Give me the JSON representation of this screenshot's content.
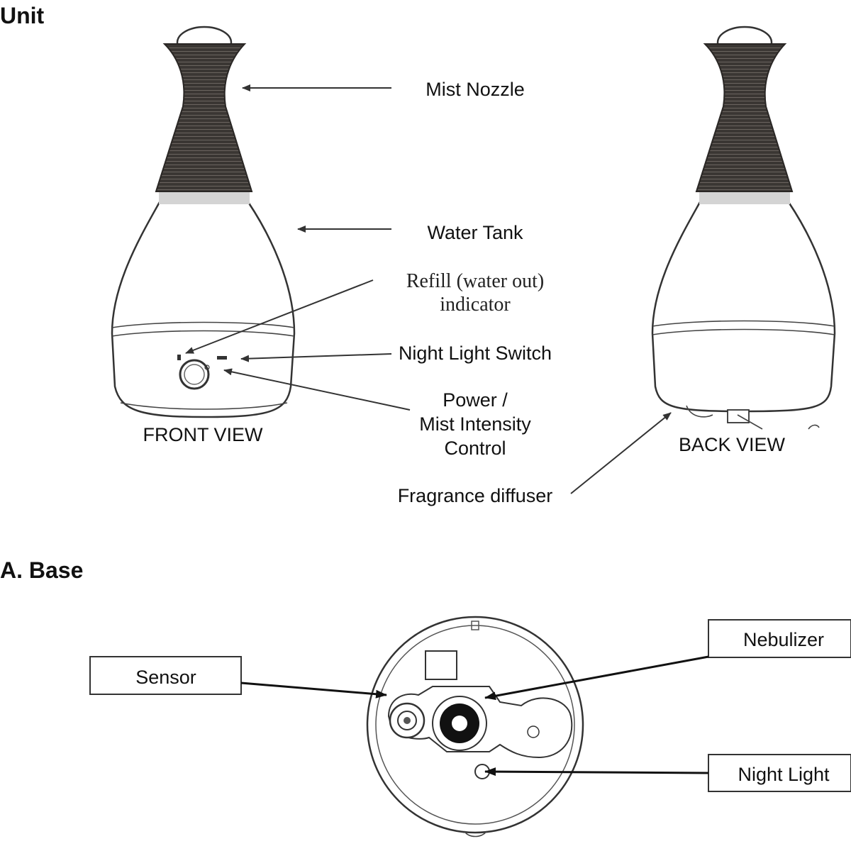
{
  "headings": {
    "unit": "Unit",
    "base": "A.  Base"
  },
  "views": {
    "front": "FRONT VIEW",
    "back": "BACK VIEW"
  },
  "callouts": {
    "mist_nozzle": "Mist Nozzle",
    "water_tank": "Water Tank",
    "refill_line1": "Refill (water out)",
    "refill_line2": "indicator",
    "night_light_switch": "Night Light Switch",
    "power_line1": "Power /",
    "power_line2": "Mist Intensity",
    "power_line3": "Control",
    "fragrance_diffuser": "Fragrance diffuser"
  },
  "base_labels": {
    "sensor": "Sensor",
    "nebulizer": "Nebulizer",
    "night_light": "Night Light"
  },
  "colors": {
    "nozzle": "#3a3633",
    "collar": "#d4d4d4",
    "outline": "#333333"
  }
}
